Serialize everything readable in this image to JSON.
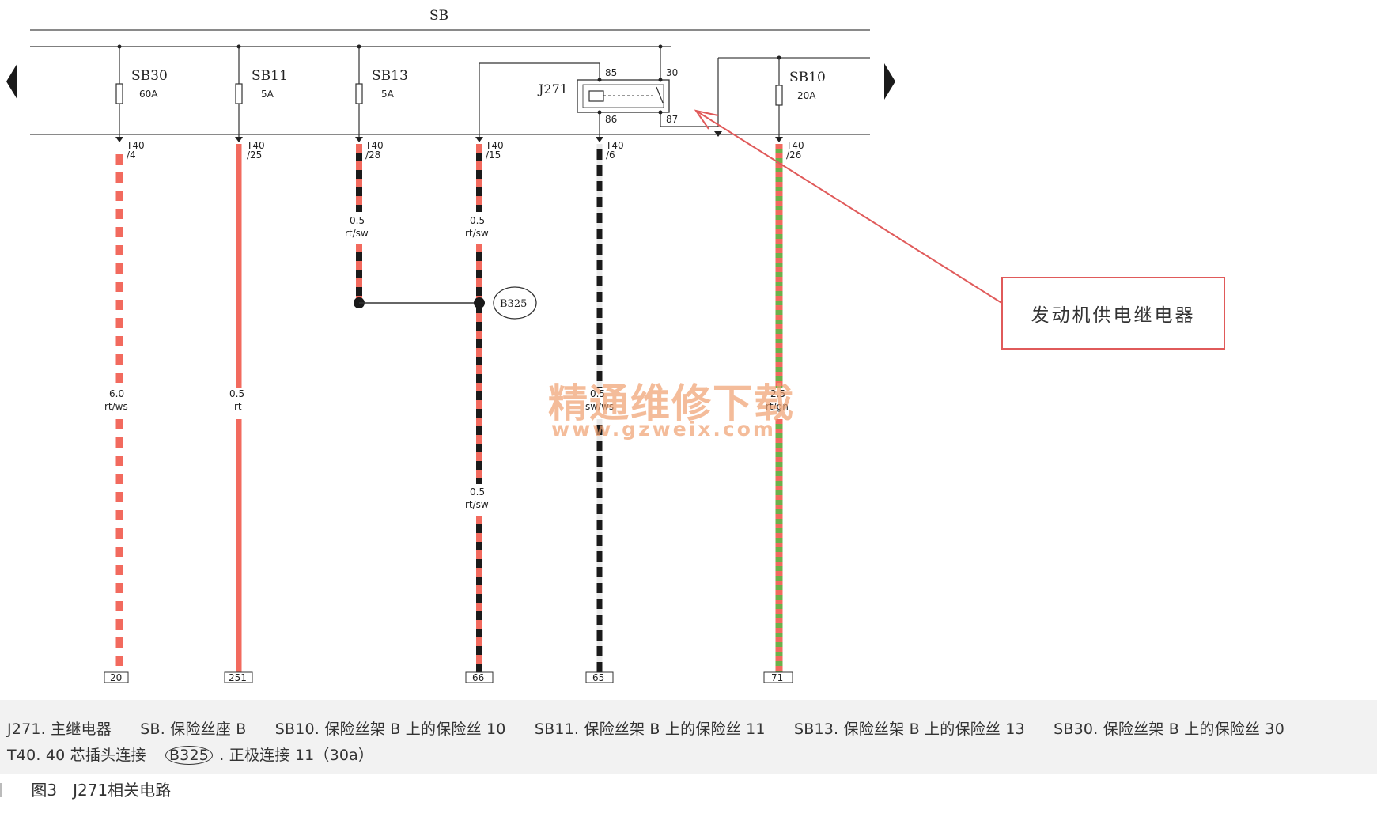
{
  "bus_label": "SB",
  "relay": {
    "name": "J271",
    "pins": [
      "85",
      "86",
      "30",
      "87"
    ]
  },
  "fuses": [
    {
      "id": "sb30",
      "name": "SB30",
      "rating": "60A",
      "pin": "T40",
      "pin_sub": "/4",
      "gauge": "6.0",
      "color_code": "rt/ws",
      "end": "20",
      "pattern": "dash-red"
    },
    {
      "id": "sb11",
      "name": "SB11",
      "rating": "5A",
      "pin": "T40",
      "pin_sub": "/25",
      "gauge": "0.5",
      "color_code": "rt",
      "end": "251",
      "pattern": "solid-red"
    },
    {
      "id": "sb13",
      "name": "SB13",
      "rating": "5A",
      "pin": "T40",
      "pin_sub": "/28",
      "gauge": "0.5",
      "color_code": "rt/sw",
      "end": "",
      "pattern": "red-black"
    }
  ],
  "relay_wire": {
    "pin": "T40",
    "pin_sub": "/15",
    "labels": [
      {
        "gauge": "0.5",
        "code": "rt/sw"
      },
      {
        "gauge": "0.5",
        "code": "rt/sw"
      }
    ],
    "end": "66"
  },
  "relay_86_wire": {
    "pin": "T40",
    "pin_sub": "/6",
    "gauge": "0.5",
    "code": "sw/ws",
    "end": "65"
  },
  "sb10": {
    "name": "SB10",
    "rating": "20A",
    "pin": "T40",
    "pin_sub": "/26",
    "gauge": "2.5",
    "code": "rt/gn",
    "end": "71"
  },
  "splice": "B325",
  "callout": "发动机供电继电器",
  "watermark": {
    "cn": "精通维修下载",
    "url": "www.gzweix.com"
  },
  "legend": {
    "line1": [
      "J271. 主继电器",
      "SB. 保险丝座 B",
      "SB10. 保险丝架 B 上的保险丝 10",
      "SB11. 保险丝架 B 上的保险丝 11",
      "SB13. 保险丝架 B 上的保险丝 13",
      "SB30. 保险丝架 B 上的保险丝 30"
    ],
    "line2_prefix": "T40. 40 芯插头连接",
    "line2_splice": "B325",
    "line2_suffix": ". 正极连接 11（30a）"
  },
  "caption": "图3　J271相关电路",
  "colors": {
    "red": "#f26a5e",
    "black": "#1a1a1a",
    "green": "#6cb04a",
    "white": "#f4f4f4",
    "callout": "#e05a5a"
  }
}
